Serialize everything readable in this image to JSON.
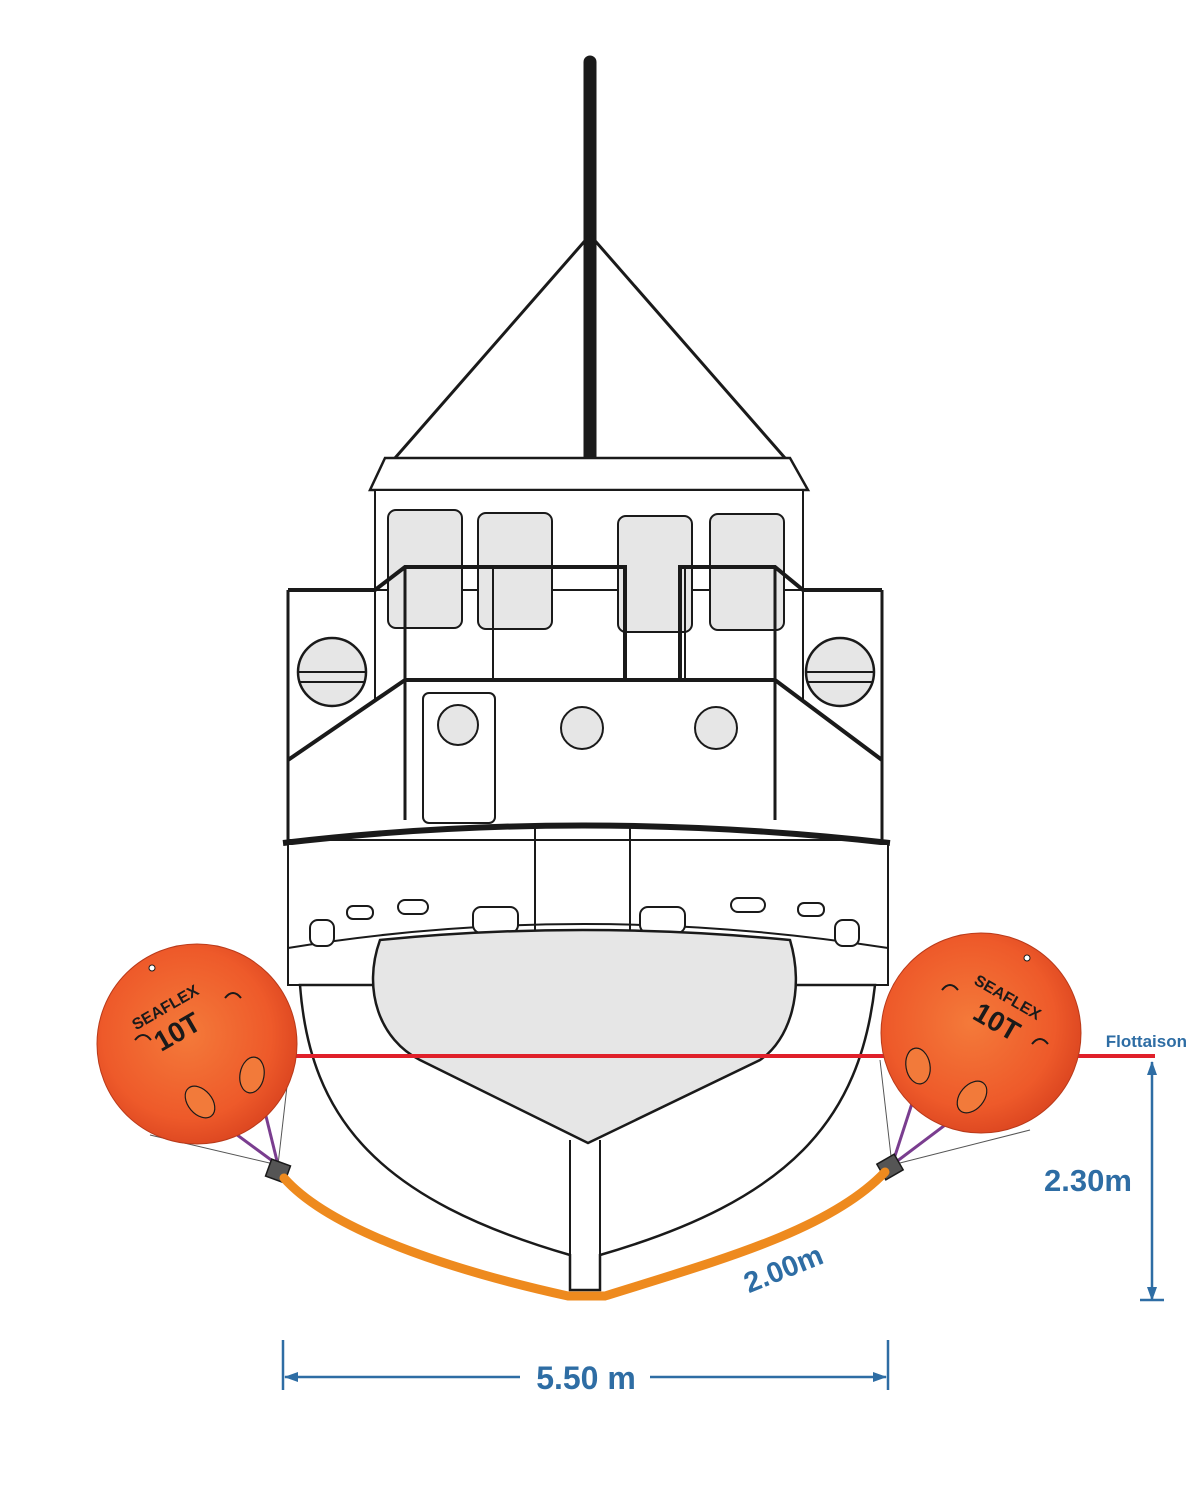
{
  "diagram": {
    "waterline_label": "Flottaison",
    "height_label": "2.30m",
    "strap_label": "2.00m",
    "beam_label": "5.50 m",
    "bags": [
      {
        "brand": "SEAFLEX",
        "capacity": "10T"
      },
      {
        "brand": "SEAFLEX",
        "capacity": "10T"
      }
    ]
  },
  "colors": {
    "dimension": "#2e6da4",
    "waterline": "#e0202a",
    "strap": "#ee8a1e",
    "bag_fill": "#ee5a2a",
    "hull_shade": "#e6e6e6",
    "outline": "#1a1a1a"
  }
}
